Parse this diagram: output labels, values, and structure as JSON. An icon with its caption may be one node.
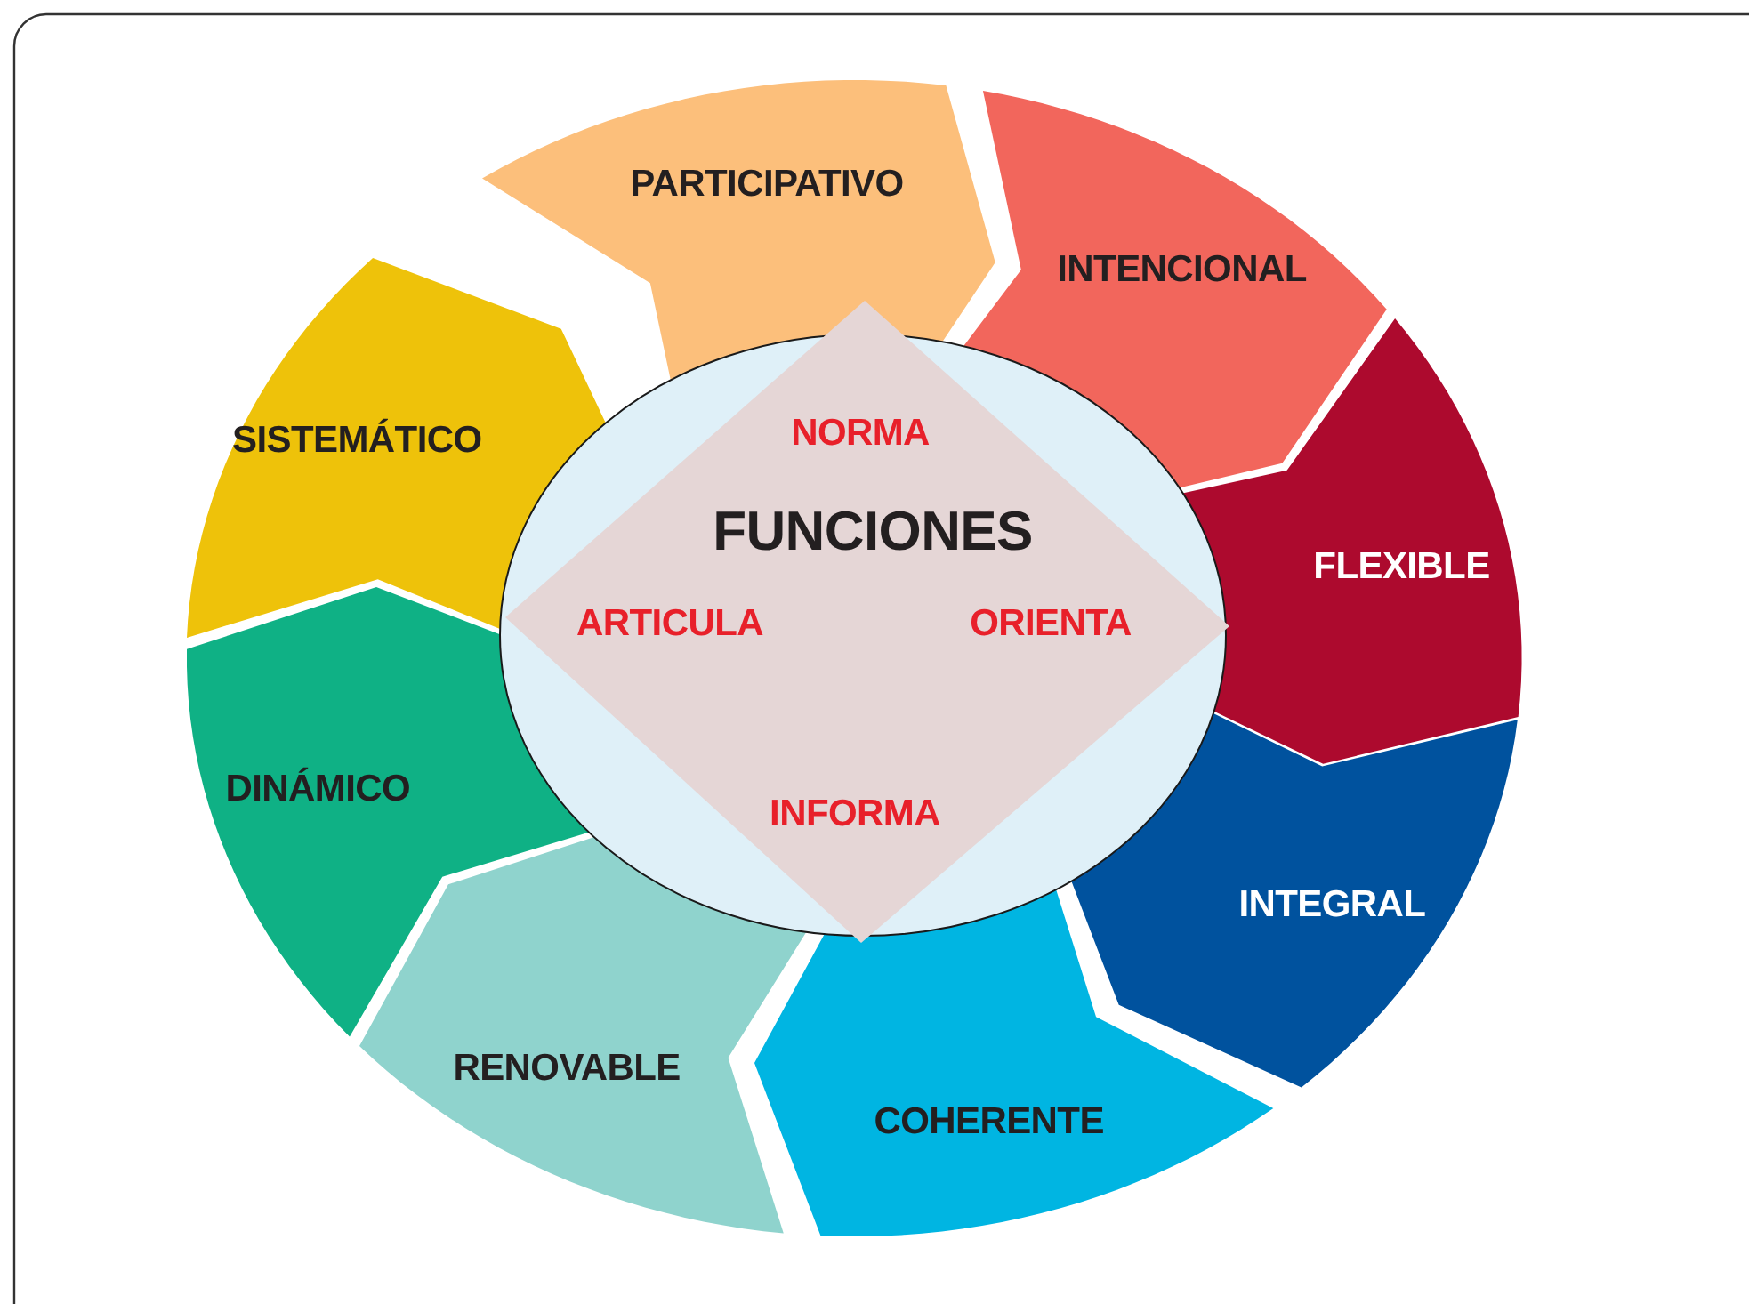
{
  "diagram": {
    "nodes": [
      {
        "text": [
          "PARTICIPATIVO"
        ]
      },
      {
        "text": [
          "INTENCIONAL"
        ]
      },
      {
        "text": [
          "FLEXIBLE"
        ]
      },
      {
        "text": [
          "INTEGRAL"
        ]
      },
      {
        "text": [
          "COHERENTE"
        ]
      },
      {
        "text": [
          "RENOVABLE"
        ]
      },
      {
        "text": [
          "DINÁMICO"
        ]
      },
      {
        "text": [
          "SISTEMÁTICO"
        ]
      },
      {
        "text": [],
        "shape": "ellipse"
      },
      {
        "text": [
          "NORMA",
          "FUNCIONES",
          "ARTICULA",
          "ORIENTA",
          "INFORMA"
        ],
        "in": 8
      }
    ]
  }
}
